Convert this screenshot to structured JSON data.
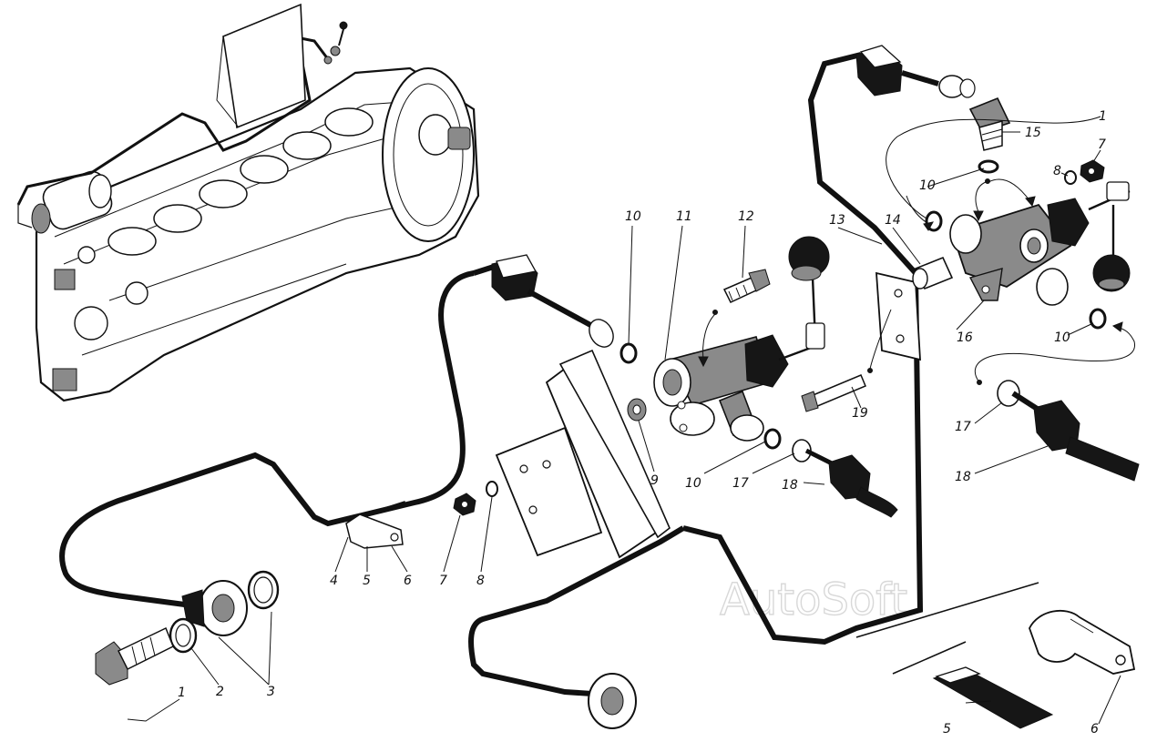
{
  "watermark": "AutoSoft",
  "callouts": [
    {
      "id": "c1-bl",
      "text": "1"
    },
    {
      "id": "c2-bl",
      "text": "2"
    },
    {
      "id": "c3-bl",
      "text": "3"
    },
    {
      "id": "c4",
      "text": "4"
    },
    {
      "id": "c5",
      "text": "5"
    },
    {
      "id": "c6",
      "text": "6"
    },
    {
      "id": "c7",
      "text": "7"
    },
    {
      "id": "c8",
      "text": "8"
    },
    {
      "id": "c9",
      "text": "9"
    },
    {
      "id": "c10-a",
      "text": "10"
    },
    {
      "id": "c10-b",
      "text": "10"
    },
    {
      "id": "c11",
      "text": "11"
    },
    {
      "id": "c12",
      "text": "12"
    },
    {
      "id": "c13",
      "text": "13"
    },
    {
      "id": "c14",
      "text": "14"
    },
    {
      "id": "c15",
      "text": "15"
    },
    {
      "id": "c1-tr",
      "text": "1"
    },
    {
      "id": "c7-tr",
      "text": "7"
    },
    {
      "id": "c8-tr",
      "text": "8"
    },
    {
      "id": "c10-tr",
      "text": "10"
    },
    {
      "id": "c16",
      "text": "16"
    },
    {
      "id": "c10-r",
      "text": "10"
    },
    {
      "id": "c17-r",
      "text": "17"
    },
    {
      "id": "c18-r",
      "text": "18"
    },
    {
      "id": "c17-m",
      "text": "17"
    },
    {
      "id": "c18-m",
      "text": "18"
    },
    {
      "id": "c19",
      "text": "19"
    },
    {
      "id": "c5-br",
      "text": "5"
    },
    {
      "id": "c6-br",
      "text": "6"
    }
  ]
}
